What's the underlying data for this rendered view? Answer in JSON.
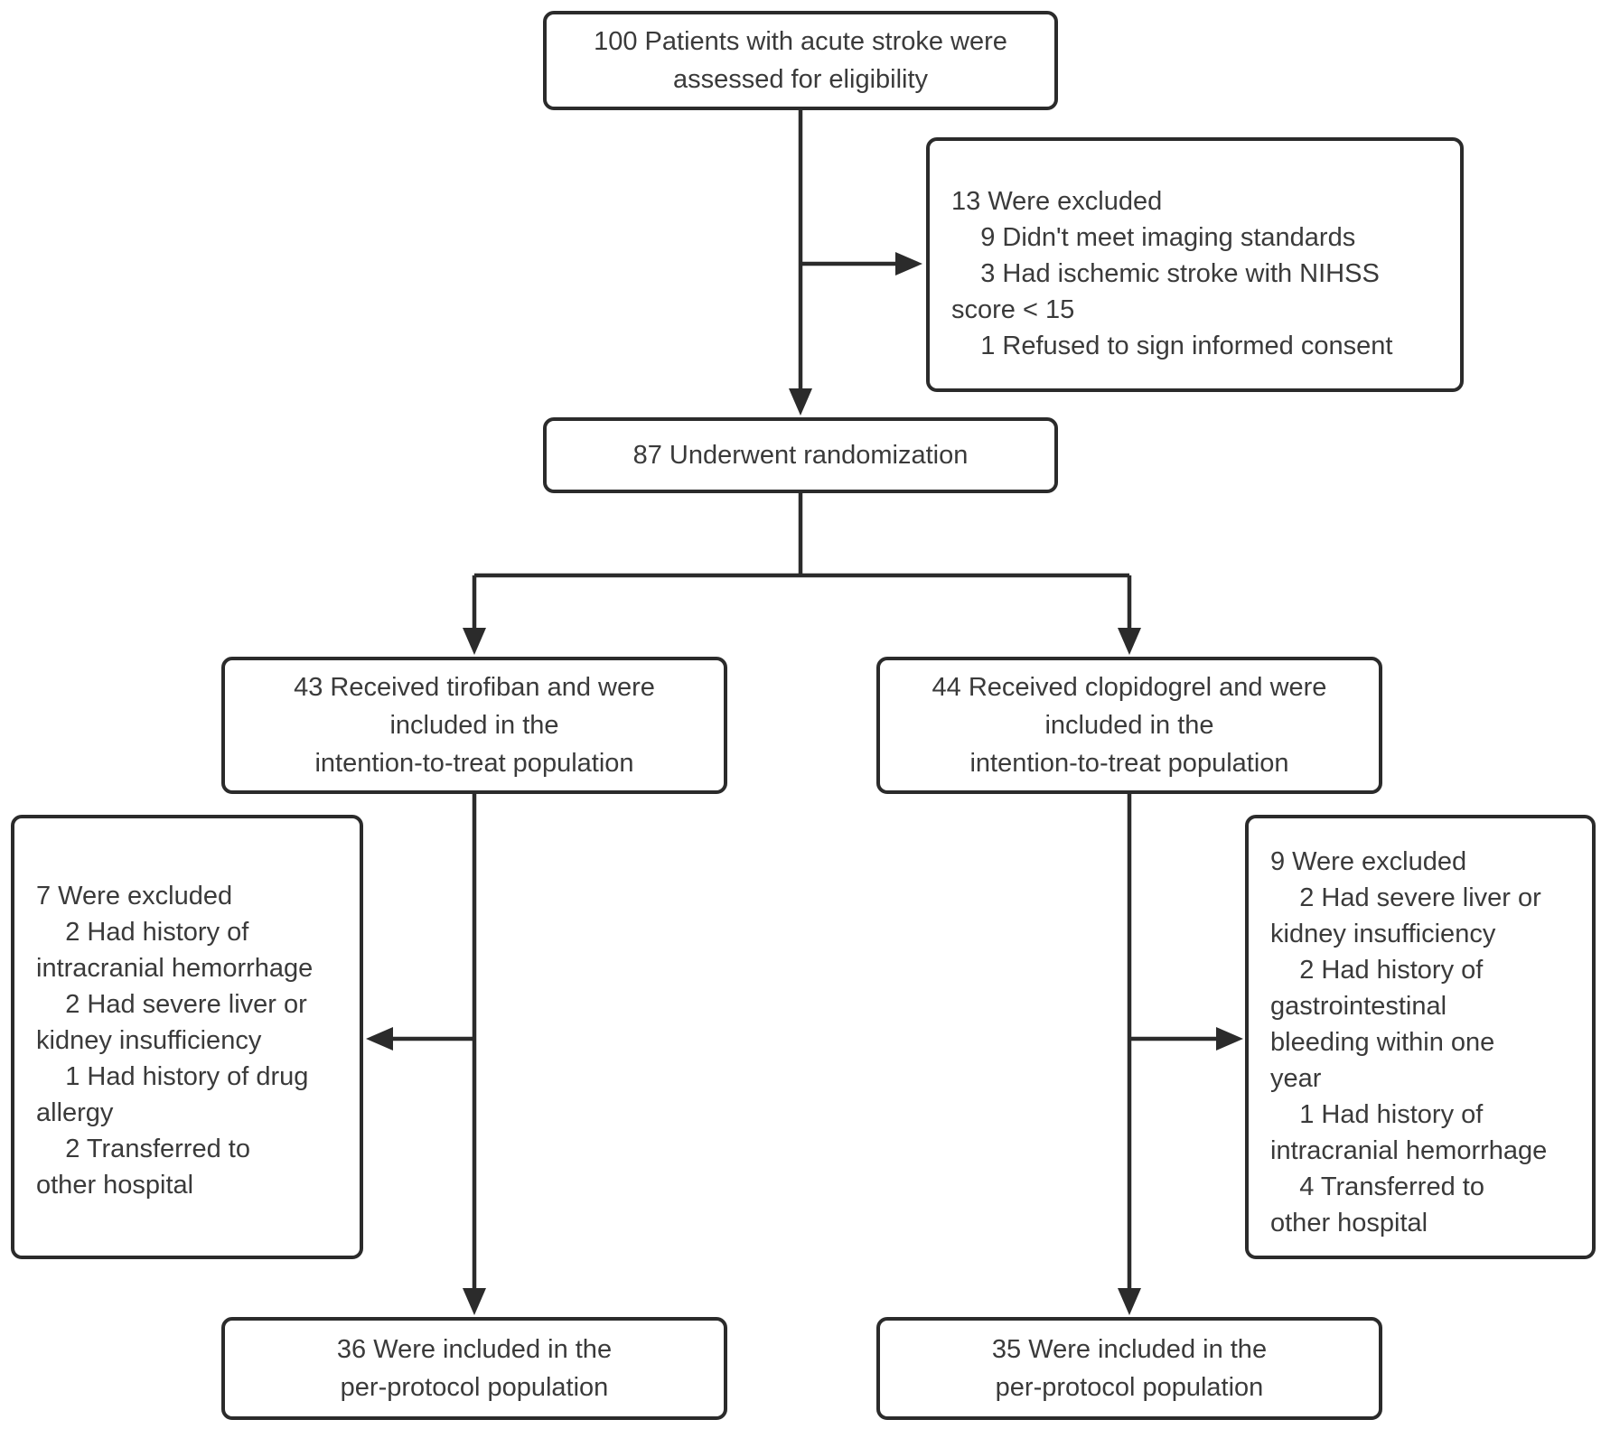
{
  "colors": {
    "line": "#2b2b2b",
    "text": "#3a3a3a",
    "box_background": "#ffffff"
  },
  "boxes": {
    "assessed": {
      "lines": [
        "100 Patients with acute stroke were",
        "assessed for eligibility"
      ]
    },
    "excluded_initial": {
      "lines": [
        "13 Were excluded",
        "    9 Didn't meet imaging standards",
        "    3 Had ischemic stroke with NIHSS",
        "score < 15",
        "    1 Refused to sign informed consent"
      ]
    },
    "randomized": {
      "lines": [
        "87 Underwent randomization"
      ]
    },
    "tirofiban": {
      "lines": [
        "43 Received tirofiban and were",
        "included in the",
        "intention-to-treat population"
      ]
    },
    "clopidogrel": {
      "lines": [
        "44 Received clopidogrel and were",
        "included in the",
        "intention-to-treat population"
      ]
    },
    "excluded_tirofiban": {
      "lines": [
        "7 Were excluded",
        "    2 Had history of",
        "intracranial hemorrhage",
        "    2 Had severe liver or",
        "kidney insufficiency",
        "    1 Had history of drug",
        "allergy",
        "    2 Transferred to",
        "other hospital"
      ]
    },
    "excluded_clopidogrel": {
      "lines": [
        "9 Were excluded",
        "    2 Had severe liver or",
        "kidney insufficiency",
        "    2 Had history of",
        "gastrointestinal",
        "bleeding within one",
        "year",
        "    1 Had history of",
        "intracranial hemorrhage",
        "    4 Transferred to",
        "other hospital"
      ]
    },
    "per_protocol_tirofiban": {
      "lines": [
        "36 Were included in the",
        "per-protocol population"
      ]
    },
    "per_protocol_clopidogrel": {
      "lines": [
        "35 Were included in the",
        "per-protocol population"
      ]
    }
  }
}
